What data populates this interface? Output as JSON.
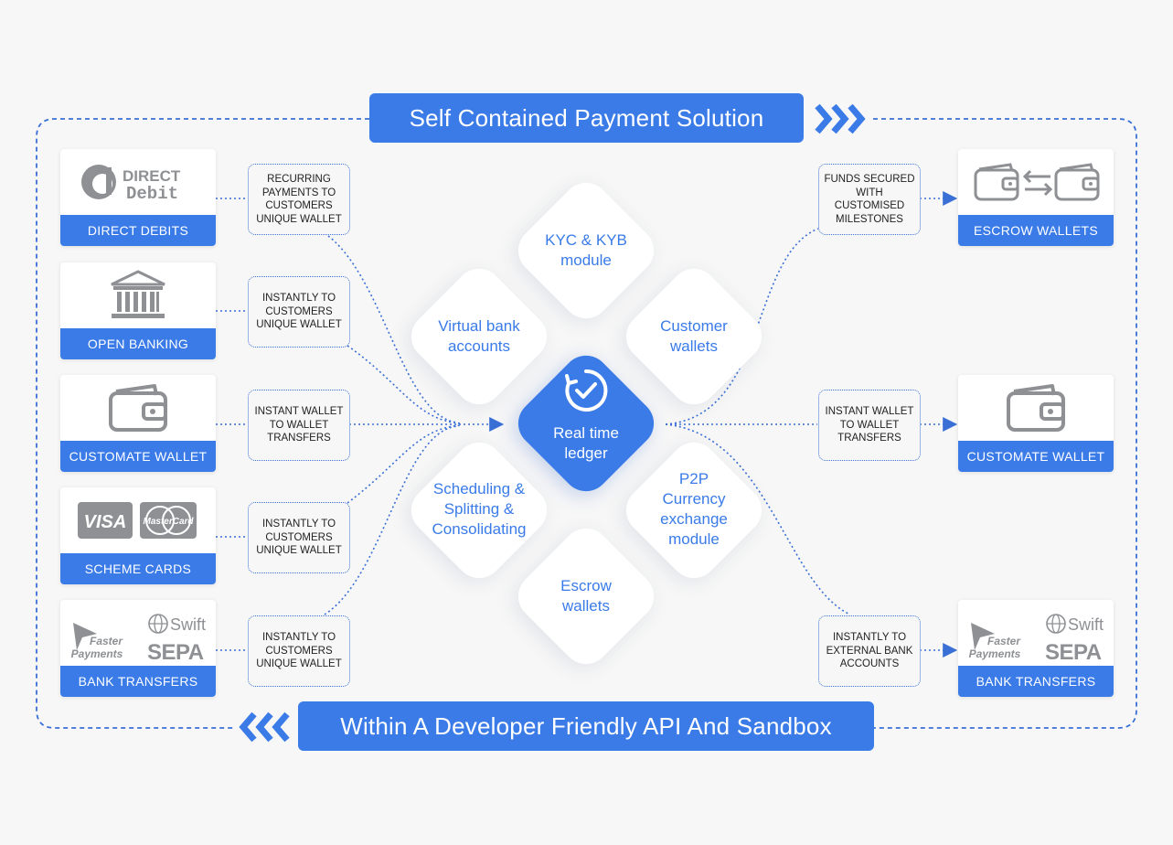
{
  "banner_top": "Self Contained Payment Solution",
  "banner_bottom": "Within A Developer Friendly API And Sandbox",
  "left_cards": [
    {
      "label": "DIRECT DEBITS",
      "logo_top": "DIRECT",
      "logo_bottom": "Debit"
    },
    {
      "label": "OPEN BANKING"
    },
    {
      "label": "CUSTOMATE WALLET"
    },
    {
      "label": "SCHEME CARDS",
      "logo_a": "VISA",
      "logo_b": "MasterCard"
    },
    {
      "label": "BANK TRANSFERS",
      "logo_fp1": "Faster",
      "logo_fp2": "Payments",
      "logo_swift": "Swift",
      "logo_sepa": "SEPA"
    }
  ],
  "left_notes": [
    "Recurring payments to customers unique wallet",
    "Instantly to customers unique wallet",
    "Instant wallet to wallet transfers",
    "Instantly to customers unique wallet",
    "Instantly to customers unique wallet"
  ],
  "right_cards": [
    {
      "label": "ESCROW WALLETS"
    },
    {
      "label": "CUSTOMATE WALLET"
    },
    {
      "label": "BANK TRANSFERS",
      "logo_fp1": "Faster",
      "logo_fp2": "Payments",
      "logo_swift": "Swift",
      "logo_sepa": "SEPA"
    }
  ],
  "right_notes": [
    "Funds secured with customised milestones",
    "Instant wallet to wallet transfers",
    "Instantly to external bank accounts"
  ],
  "modules": {
    "kyc": [
      "KYC & KYB",
      "module"
    ],
    "virtual": [
      "Virtual bank",
      "accounts"
    ],
    "customer": [
      "Customer",
      "wallets"
    ],
    "center": [
      "Real time",
      "ledger"
    ],
    "scheduling": [
      "Scheduling &",
      "Splitting &",
      "Consolidating"
    ],
    "p2p": [
      "P2P",
      "Currency",
      "exchange",
      "module"
    ],
    "escrow": [
      "Escrow",
      "wallets"
    ]
  },
  "colors": {
    "accent": "#3a7be8",
    "icon_grey": "#8e9094"
  },
  "icons": [
    "direct-debit-icon",
    "bank-icon",
    "wallet-icon",
    "visa-icon",
    "mastercard-icon",
    "faster-payments-icon",
    "swift-icon",
    "sepa-icon",
    "escrow-wallets-icon",
    "clock-check-icon"
  ]
}
